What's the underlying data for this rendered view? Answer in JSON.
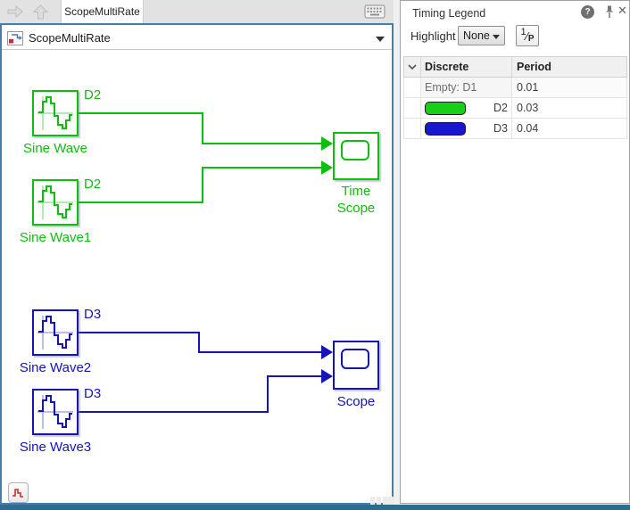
{
  "colors": {
    "green": "#0bbf0b",
    "green_light": "#9ce49c",
    "blue": "#1414b8",
    "blue_light": "#a8a8e0",
    "panel_accent": "#4a7dab",
    "window_bottom": "#2d6c8c"
  },
  "tab_bar": {
    "active_tab": "ScopeMultiRate"
  },
  "breadcrumb": {
    "model_name": "ScopeMultiRate"
  },
  "canvas": {
    "blocks": [
      {
        "label": "Sine Wave",
        "rate": "D2"
      },
      {
        "label": "Sine Wave1",
        "rate": "D2"
      },
      {
        "label": "Time Scope"
      },
      {
        "label": "Sine Wave2",
        "rate": "D3"
      },
      {
        "label": "Sine Wave3",
        "rate": "D3"
      },
      {
        "label": "Scope"
      }
    ]
  },
  "legend_panel": {
    "title": "Timing Legend",
    "help_glyph": "?",
    "close_glyph": "✕",
    "highlight_label": "Highlight",
    "highlight_value": "None",
    "reciprocal_button": {
      "num": "1",
      "slash": "⁄",
      "den": "P"
    },
    "table": {
      "col_discrete": "Discrete",
      "col_period": "Period",
      "rows": [
        {
          "label": "Empty: D1",
          "period": "0.01",
          "swatch": ""
        },
        {
          "label": "D2",
          "period": "0.03",
          "swatch": "#17cf17"
        },
        {
          "label": "D3",
          "period": "0.04",
          "swatch": "#1717cf"
        }
      ]
    }
  }
}
